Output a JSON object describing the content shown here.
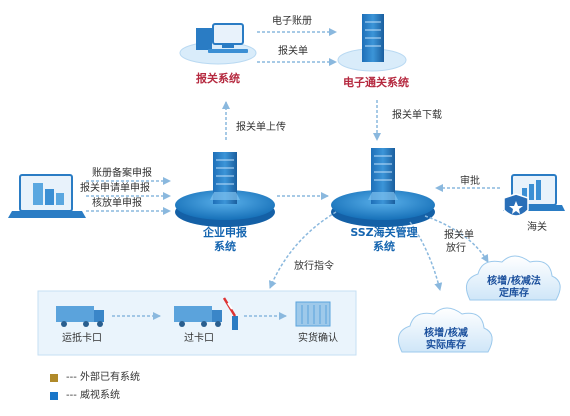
{
  "nodes": {
    "customs_declaration_system": "报关系统",
    "e_customs_system": "电子通关系统",
    "enterprise_system_line1": "企业申报",
    "enterprise_system_line2": "系统",
    "ssz_system_line1": "SSZ海关管理",
    "ssz_system_line2": "系统",
    "customs": "海关"
  },
  "edges": {
    "e_account_book": "电子账册",
    "declaration_form": "报关单",
    "declaration_upload": "报关单上传",
    "declaration_download": "报关单下载",
    "account_filing": "账册备案申报",
    "declaration_request": "报关申请单申报",
    "release_form": "核放单申报",
    "approval": "审批",
    "release_order": "放行指令",
    "declaration_release_line1": "报关单",
    "declaration_release_line2": "放行"
  },
  "clouds": {
    "verify_stock_line1": "核增/核减法",
    "verify_stock_line2": "定库存",
    "actual_stock_line1": "核增/核减",
    "actual_stock_line2": "实际库存"
  },
  "logistics": {
    "arrival_checkpoint": "运抵卡口",
    "pass_checkpoint": "过卡口",
    "cargo_confirm": "实货确认"
  },
  "legend": [
    {
      "label": "--- 外部已有系统",
      "color": "#b08a2a"
    },
    {
      "label": "--- 威视系统",
      "color": "#1976c8"
    }
  ],
  "colors": {
    "external_system": "#b5293f",
    "internal_system": "#1565b0",
    "platform": "#1a80c8",
    "arrow": "#8ab8de"
  }
}
